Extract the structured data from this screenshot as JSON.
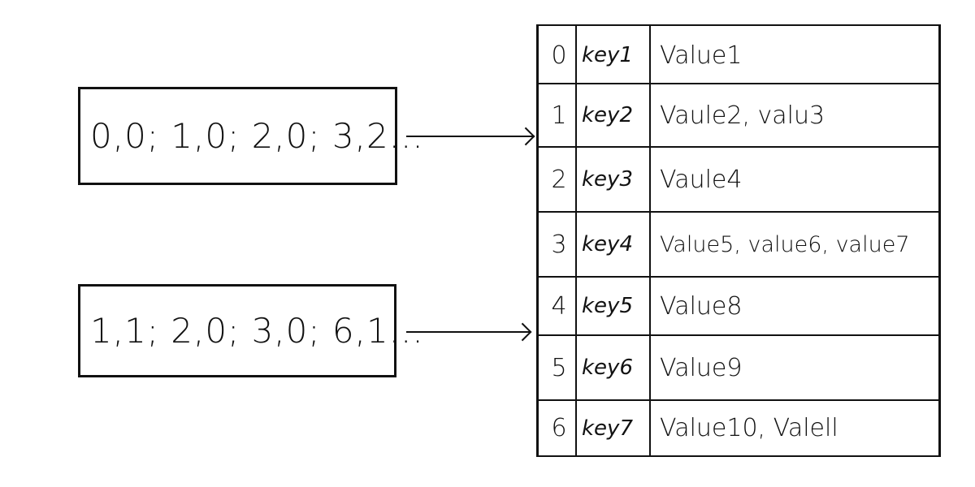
{
  "sequences": [
    {
      "text": "0,0; 1,0; 2,0; 3,2..."
    },
    {
      "text": "1,1; 2,0; 3,0; 6,1..."
    }
  ],
  "hash_table": {
    "rows": [
      {
        "index": "0",
        "key": "key1",
        "value": "Value1"
      },
      {
        "index": "1",
        "key": "key2",
        "value": "Vaule2, valu3"
      },
      {
        "index": "2",
        "key": "key3",
        "value": "Vaule4"
      },
      {
        "index": "3",
        "key": "key4",
        "value": "Value5, value6, value7"
      },
      {
        "index": "4",
        "key": "key5",
        "value": "Value8"
      },
      {
        "index": "5",
        "key": "key6",
        "value": "Value9"
      },
      {
        "index": "6",
        "key": "key7",
        "value": "Value10, Valell"
      }
    ]
  }
}
